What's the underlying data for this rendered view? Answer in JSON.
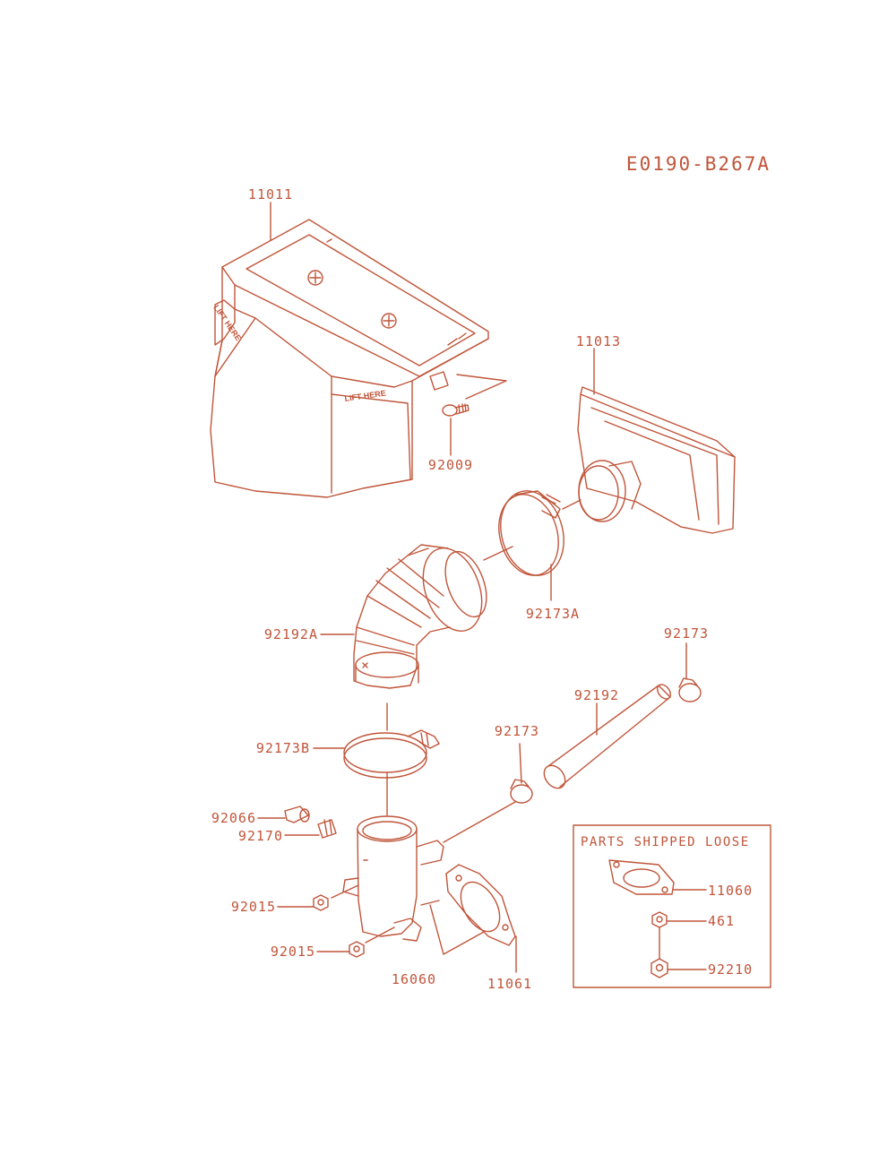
{
  "diagram_code": "E0190-B267A",
  "stencil_text": "LIFT HERE",
  "colors": {
    "line": "#c0553a",
    "background": "#ffffff"
  },
  "callouts": {
    "p11011": "11011",
    "p11013": "11013",
    "p92009": "92009",
    "p92173A": "92173A",
    "p92192A": "92192A",
    "p92173_right": "92173",
    "p92192": "92192",
    "p92173_mid": "92173",
    "p92173B": "92173B",
    "p92066": "92066",
    "p92170": "92170",
    "p92015_a": "92015",
    "p92015_b": "92015",
    "p16060": "16060",
    "p11061": "11061"
  },
  "loose_parts": {
    "title": "PARTS SHIPPED LOOSE",
    "p11060": "11060",
    "p461": "461",
    "p92210": "92210"
  }
}
